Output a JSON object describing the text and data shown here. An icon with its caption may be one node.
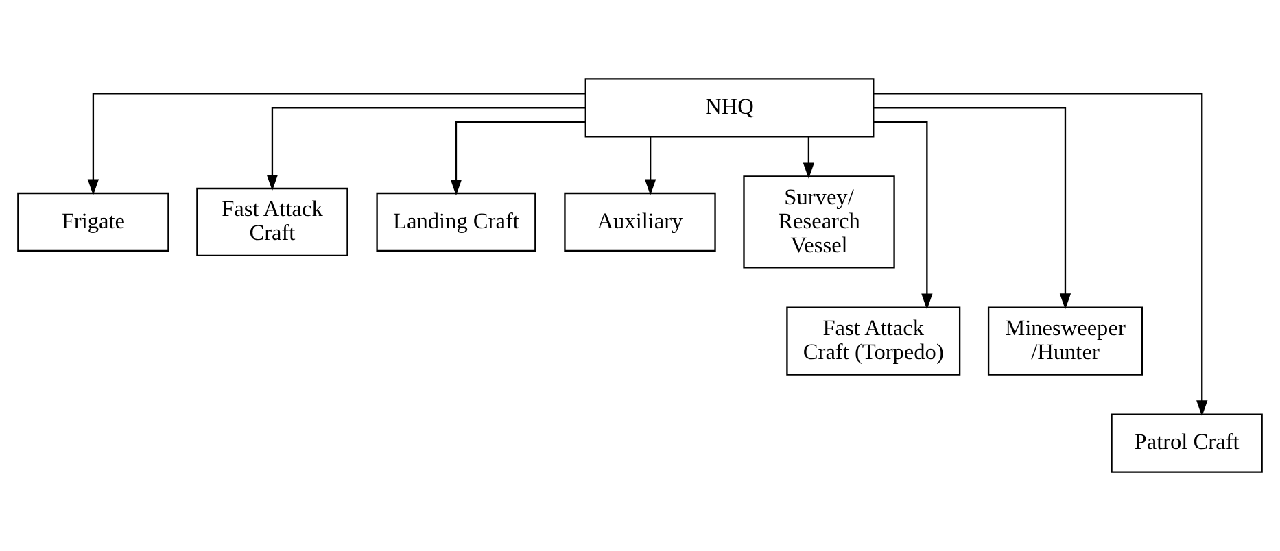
{
  "diagram": {
    "nodes": [
      {
        "text": [
          "NHQ"
        ]
      },
      {
        "text": [
          "Frigate"
        ]
      },
      {
        "text": [
          "Fast Attack Craft"
        ]
      },
      {
        "text": [
          "Landing Craft"
        ]
      },
      {
        "text": [
          "Auxiliary"
        ]
      },
      {
        "text": [
          "Survey/ Research Vessel"
        ]
      },
      {
        "text": [
          "Fast Attack Craft (Torpedo)"
        ]
      },
      {
        "text": [
          "Minesweeper /Hunter"
        ]
      },
      {
        "text": [
          "Patrol Craft"
        ]
      }
    ],
    "edges": [
      {
        "from": 0,
        "to": 1,
        "arrow": "to"
      },
      {
        "from": 0,
        "to": 2,
        "arrow": "to"
      },
      {
        "from": 0,
        "to": 3,
        "arrow": "to"
      },
      {
        "from": 0,
        "to": 4,
        "arrow": "to"
      },
      {
        "from": 0,
        "to": 5,
        "arrow": "to"
      },
      {
        "from": 0,
        "to": 6,
        "arrow": "to"
      },
      {
        "from": 0,
        "to": 7,
        "arrow": "to"
      },
      {
        "from": 0,
        "to": 8,
        "arrow": "to"
      }
    ]
  }
}
